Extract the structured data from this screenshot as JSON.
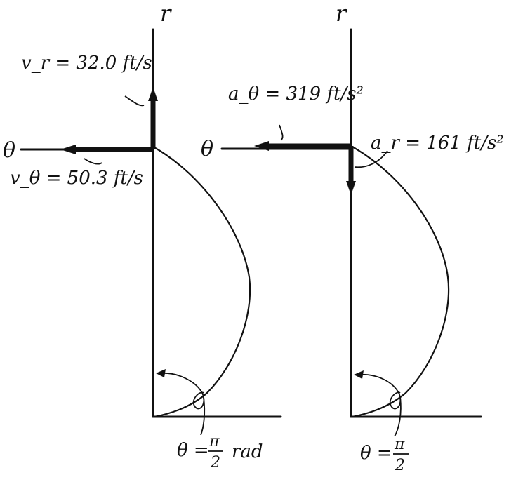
{
  "left_diagram": {
    "r_axis_label": "r",
    "theta_axis_label": "θ",
    "v_r_label": "v_r = 32.0 ft/s",
    "v_theta_label": "v_θ = 50.3 ft/s",
    "angle_prefix": "θ =",
    "angle_numerator": "π",
    "angle_denominator": "2",
    "angle_unit": "rad"
  },
  "right_diagram": {
    "r_axis_label": "r",
    "theta_axis_label": "θ",
    "a_theta_label": "a_θ = 319 ft/s²",
    "a_r_label": "a_r = 161 ft/s²",
    "angle_prefix": "θ =",
    "angle_numerator": "π",
    "angle_denominator": "2"
  }
}
